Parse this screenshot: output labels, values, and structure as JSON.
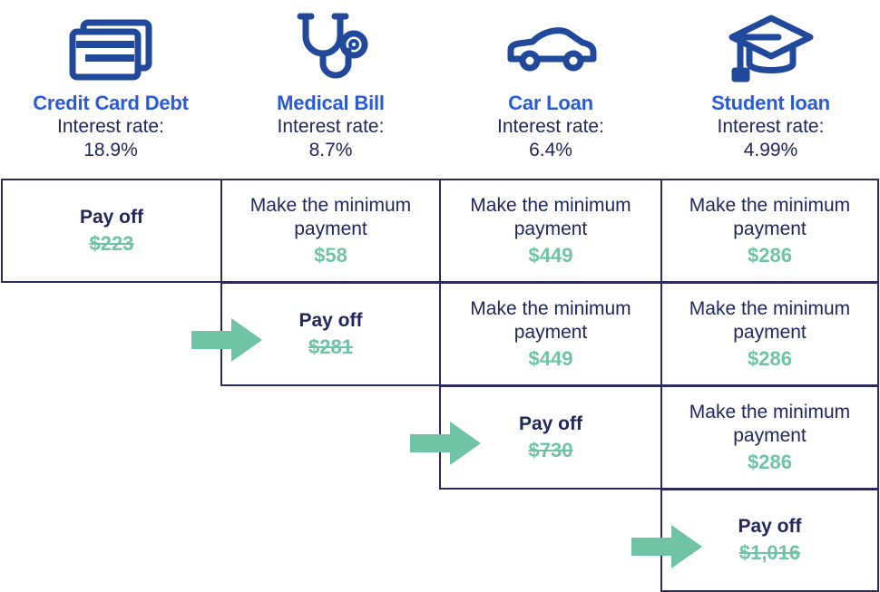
{
  "debts": [
    {
      "name": "Credit Card Debt",
      "rate_label": "Interest rate:",
      "rate": "18.9%",
      "icon": "credit-card-icon"
    },
    {
      "name": "Medical Bill",
      "rate_label": "Interest rate:",
      "rate": "8.7%",
      "icon": "stethoscope-icon"
    },
    {
      "name": "Car Loan",
      "rate_label": "Interest rate:",
      "rate": "6.4%",
      "icon": "car-icon"
    },
    {
      "name": "Student loan",
      "rate_label": "Interest rate:",
      "rate": "4.99%",
      "icon": "graduation-cap-icon"
    }
  ],
  "colors": {
    "title_blue": "#2a5bd7",
    "text_navy": "#21275c",
    "border_navy": "#2b2c5c",
    "accent_green": "#6fc4a5",
    "icon_blue": "#20489b",
    "background": "#ffffff"
  },
  "labels": {
    "pay_off": "Pay off",
    "minimum_payment": "Make the minimum payment"
  },
  "rows": [
    {
      "cells": [
        {
          "present": true,
          "action": "Pay off",
          "amount": "$223",
          "struck": true,
          "arrow": false
        },
        {
          "present": true,
          "action": "Make the minimum payment",
          "amount": "$58",
          "struck": false,
          "arrow": false
        },
        {
          "present": true,
          "action": "Make the minimum payment",
          "amount": "$449",
          "struck": false,
          "arrow": false
        },
        {
          "present": true,
          "action": "Make the minimum payment",
          "amount": "$286",
          "struck": false,
          "arrow": false
        }
      ]
    },
    {
      "cells": [
        {
          "present": false,
          "action": "",
          "amount": "",
          "struck": false,
          "arrow": false
        },
        {
          "present": true,
          "action": "Pay off",
          "amount": "$281",
          "struck": true,
          "arrow": true
        },
        {
          "present": true,
          "action": "Make the minimum payment",
          "amount": "$449",
          "struck": false,
          "arrow": false
        },
        {
          "present": true,
          "action": "Make the minimum payment",
          "amount": "$286",
          "struck": false,
          "arrow": false
        }
      ]
    },
    {
      "cells": [
        {
          "present": false,
          "action": "",
          "amount": "",
          "struck": false,
          "arrow": false
        },
        {
          "present": false,
          "action": "",
          "amount": "",
          "struck": false,
          "arrow": false
        },
        {
          "present": true,
          "action": "Pay off",
          "amount": "$730",
          "struck": true,
          "arrow": true
        },
        {
          "present": true,
          "action": "Make the minimum payment",
          "amount": "$286",
          "struck": false,
          "arrow": false
        }
      ]
    },
    {
      "cells": [
        {
          "present": false,
          "action": "",
          "amount": "",
          "struck": false,
          "arrow": false
        },
        {
          "present": false,
          "action": "",
          "amount": "",
          "struck": false,
          "arrow": false
        },
        {
          "present": false,
          "action": "",
          "amount": "",
          "struck": false,
          "arrow": false
        },
        {
          "present": true,
          "action": "Pay off",
          "amount": "$1,016",
          "struck": true,
          "arrow": true
        }
      ]
    }
  ]
}
